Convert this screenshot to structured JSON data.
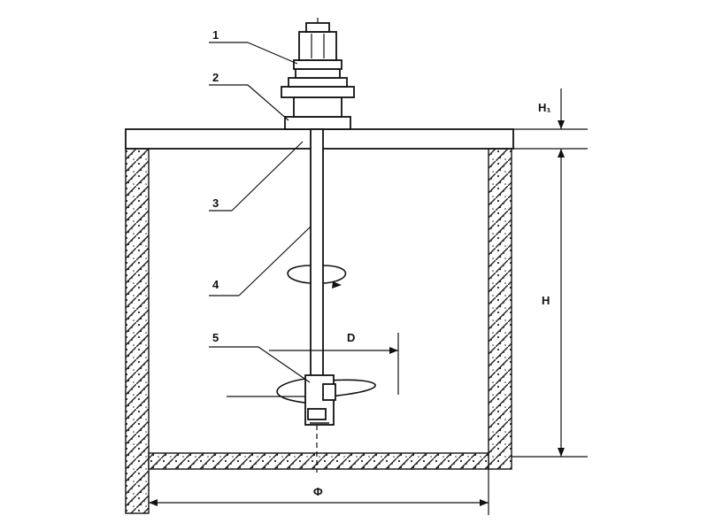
{
  "diagram": {
    "part_labels": [
      "1",
      "2",
      "3",
      "4",
      "5"
    ],
    "dimensions": {
      "h1": "H₁",
      "h": "H",
      "d": "D",
      "phi": "Φ"
    }
  }
}
